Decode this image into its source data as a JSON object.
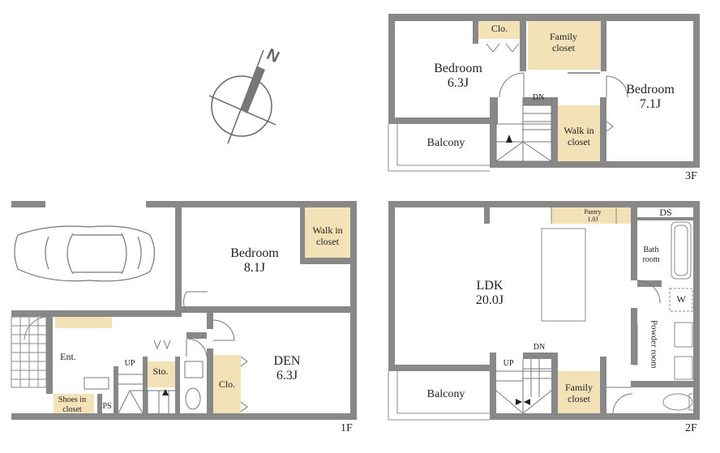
{
  "floor_3f": {
    "label": "3F",
    "rooms": {
      "bedroom_a": [
        "Bedroom",
        "6.3J"
      ],
      "bedroom_b": [
        "Bedroom",
        "7.1J"
      ],
      "closet": "Clo.",
      "family_closet": [
        "Family",
        "closet"
      ],
      "walk_in": [
        "Walk in",
        "closet"
      ],
      "balcony": "Balcony",
      "stair": "DN"
    }
  },
  "floor_2f": {
    "label": "2F",
    "rooms": {
      "ldk": [
        "LDK",
        "20.0J"
      ],
      "pantry": [
        "Pantry",
        "1.0J"
      ],
      "ds": "DS",
      "bath": [
        "Bath",
        "room"
      ],
      "washer": "W",
      "powder": "Powder room",
      "family_closet": [
        "Family",
        "closet"
      ],
      "balcony": "Balcony",
      "stair_up": "UP",
      "stair_dn": "DN"
    }
  },
  "floor_1f": {
    "label": "1F",
    "rooms": {
      "bedroom": [
        "Bedroom",
        "8.1J"
      ],
      "walk_in": [
        "Walk in",
        "closet"
      ],
      "den": [
        "DEN",
        "6.3J"
      ],
      "closet": "Clo.",
      "storage": "Sto.",
      "entrance": "Ent.",
      "shoes": [
        "Shoes in",
        "closet"
      ],
      "ps": "PS",
      "stair_up": "UP"
    }
  },
  "compass": {
    "north": "N"
  },
  "colors": {
    "wall": "#888888",
    "closet_fill": "#f3e2b8",
    "line": "#555555"
  }
}
